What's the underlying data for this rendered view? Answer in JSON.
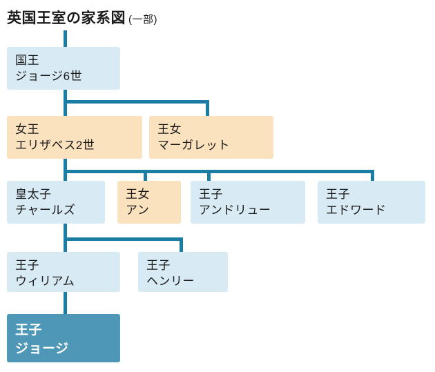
{
  "title": {
    "main": "英国王室の家系図",
    "note": "(一部)"
  },
  "colors": {
    "light_blue": "#d8eaf3",
    "peach": "#fbe2bf",
    "dark_blue": "#4e97b7",
    "line": "#1c7da4",
    "text": "#1a1a1a",
    "highlight_text": "#ffffff",
    "background": "#ffffff"
  },
  "nodes": [
    {
      "id": "george6",
      "title": "国王",
      "name": "ジョージ6世",
      "variant": "light",
      "parent": null
    },
    {
      "id": "elizabeth2",
      "title": "女王",
      "name": "エリザベス2世",
      "variant": "peach",
      "parent": "george6"
    },
    {
      "id": "margaret",
      "title": "王女",
      "name": "マーガレット",
      "variant": "peach",
      "parent": "george6"
    },
    {
      "id": "charles",
      "title": "皇太子",
      "name": "チャールズ",
      "variant": "light",
      "parent": "elizabeth2"
    },
    {
      "id": "anne",
      "title": "王女",
      "name": "アン",
      "variant": "peach",
      "parent": "elizabeth2"
    },
    {
      "id": "andrew",
      "title": "王子",
      "name": "アンドリュー",
      "variant": "light",
      "parent": "elizabeth2"
    },
    {
      "id": "edward",
      "title": "王子",
      "name": "エドワード",
      "variant": "light",
      "parent": "elizabeth2"
    },
    {
      "id": "william",
      "title": "王子",
      "name": "ウィリアム",
      "variant": "light",
      "parent": "charles"
    },
    {
      "id": "henry",
      "title": "王子",
      "name": "ヘンリー",
      "variant": "light",
      "parent": "charles"
    },
    {
      "id": "george",
      "title": "王子",
      "name": "ジョージ",
      "variant": "dark",
      "parent": "william"
    }
  ]
}
